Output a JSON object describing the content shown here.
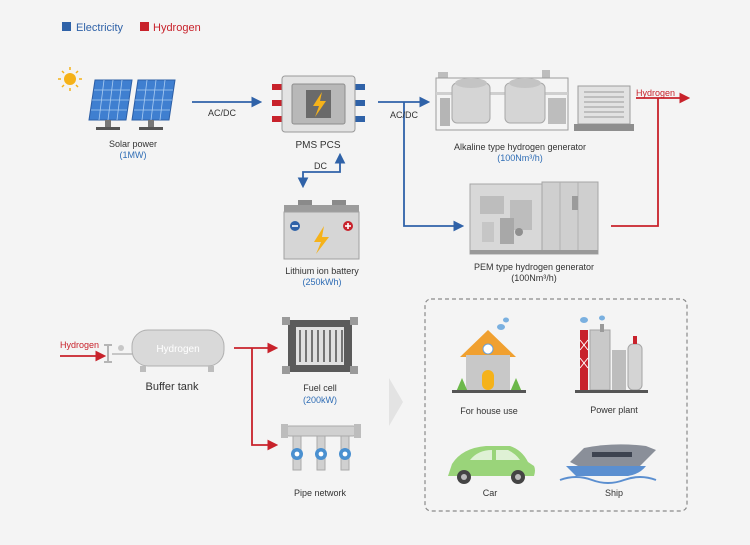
{
  "legend": {
    "electricity": {
      "label": "Electricity",
      "color": "#2f62a8"
    },
    "hydrogen": {
      "label": "Hydrogen",
      "color": "#c8222b"
    }
  },
  "solar": {
    "label": "Solar power",
    "capacity": "(1MW)"
  },
  "pcs": {
    "label": "PMS PCS"
  },
  "battery": {
    "label": "Lithium ion battery",
    "capacity": "(250kWh)"
  },
  "alkaline": {
    "label": "Alkaline type hydrogen generator",
    "capacity": "(100Nm³/h)"
  },
  "pem": {
    "label": "PEM type hydrogen generator",
    "capacity": "(100Nm³/h)"
  },
  "flows": {
    "acdc_1": "AC/DC",
    "acdc_2": "AC/DC",
    "dc": "DC",
    "hydrogen_out": "Hydrogen",
    "hydrogen_in": "Hydrogen"
  },
  "buffer_tank": {
    "label": "Buffer tank",
    "tank_text": "Hydrogen"
  },
  "fuel_cell": {
    "label": "Fuel cell",
    "capacity": "(200kW)"
  },
  "pipe_network": {
    "label": "Pipe network"
  },
  "uses": {
    "house": "For house use",
    "power_plant": "Power plant",
    "car": "Car",
    "ship": "Ship"
  }
}
